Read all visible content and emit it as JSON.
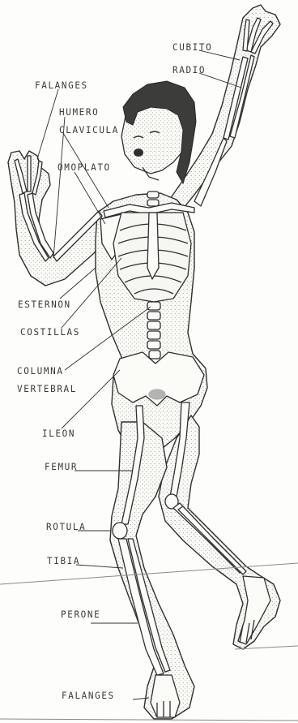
{
  "colors": {
    "ink": "#2f2f2f",
    "bone": "#fbfbf8",
    "stipple": "#8a8a86",
    "hair": "#3a3a3a",
    "paper": "#fdfdfb"
  },
  "labels": {
    "cubito": "CUBITO",
    "radio": "RADIO",
    "falanges_hand": "FALANGES",
    "humero": "HUMERO",
    "clavicula": "CLAVICULA",
    "omoplato": "OMOPLATO",
    "esternon": "ESTERNON",
    "costillas": "COSTILLAS",
    "columna": "COLUMNA",
    "vertebral": "VERTEBRAL",
    "ileon": "ILEON",
    "femur": "FEMUR",
    "rotula": "ROTULA",
    "tibia": "TIBIA",
    "perone": "PERONE",
    "falanges_foot": "FALANGES"
  }
}
